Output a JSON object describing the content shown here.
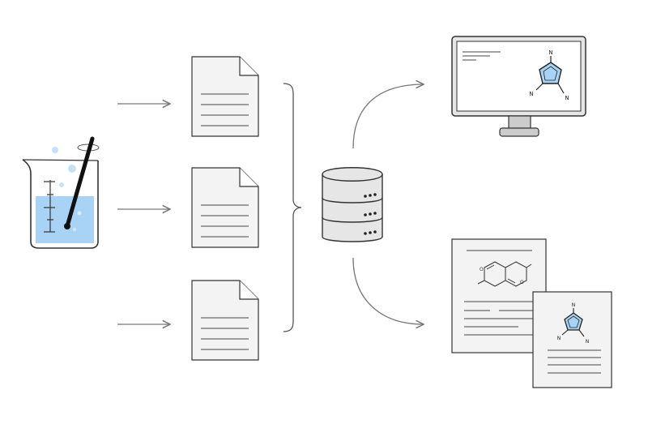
{
  "diagram": {
    "stroke_color": "#555555",
    "line_color": "#444444",
    "paper_color": "#f3f3f3",
    "liquid_color": "#a9d3f5",
    "bubble_color": "#c3e1fa",
    "molecule_fill": "#a9d3f5"
  },
  "molecule": {
    "atom_top": "N",
    "atom_left": "N",
    "atom_right": "N"
  },
  "report_molecule": {
    "atom_top": "N",
    "atom_left": "N",
    "atom_right": "N"
  },
  "bicyclic": {
    "atom_a": "O",
    "atom_b": "O"
  }
}
